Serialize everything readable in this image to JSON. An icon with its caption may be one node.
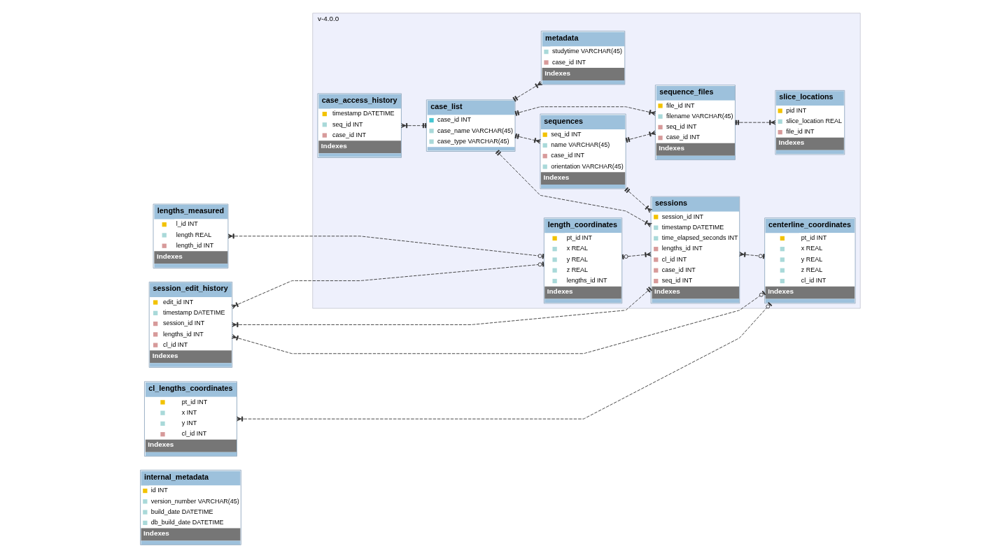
{
  "diagram": {
    "nodes": [
      {
        "text": [
          "internal_metadata",
          "id INT",
          "version_number VARCHAR(45)",
          "build_date DATETIME",
          "db_build_date DATETIME",
          "Indexes"
        ]
      },
      {
        "text": [
          "v-4.0.0"
        ]
      },
      {
        "text": [
          "case_list",
          "case_id INT",
          "case_name VARCHAR(45)",
          "case_type VARCHAR(45)"
        ],
        "in": 1
      },
      {
        "text": [
          "metadata",
          "studytime VARCHAR(45)",
          "case_id INT",
          "Indexes"
        ],
        "in": 1
      },
      {
        "text": [
          "case_access_history",
          "timestamp DATETIME",
          "seq_id INT",
          "case_id INT",
          "Indexes"
        ],
        "in": 1
      },
      {
        "text": [
          "sequences",
          "seq_id INT",
          "name VARCHAR(45)",
          "case_id INT",
          "orientation VARCHAR(45)",
          "Indexes"
        ],
        "in": 1
      },
      {
        "text": [
          "sequence_files",
          "file_id INT",
          "filename VARCHAR(45)",
          "seq_id INT",
          "case_id INT",
          "Indexes"
        ],
        "in": 1
      },
      {
        "text": [
          "lengths_measured",
          "l_id INT",
          "length REAL",
          "length_id INT",
          "Indexes"
        ]
      },
      {
        "text": [
          "slice_locations",
          "pid INT",
          "slice_location REAL",
          "file_id INT",
          "Indexes"
        ],
        "in": 1
      },
      {
        "text": [
          "length_coordinates",
          "pt_id INT",
          "x REAL",
          "y REAL",
          "z REAL",
          "lengths_id INT",
          "Indexes"
        ],
        "in": 1
      },
      {
        "text": [
          "sessions",
          "session_id INT",
          "timestamp DATETIME",
          "time_elapsed_seconds INT",
          "lengths_id INT",
          "cl_id INT",
          "case_id INT",
          "seq_id INT",
          "Indexes"
        ],
        "in": 1
      },
      {
        "text": [
          "session_edit_history",
          "edit_id INT",
          "timestamp DATETIME",
          "session_id INT",
          "lengths_id INT",
          "cl_id INT",
          "Indexes"
        ]
      },
      {
        "text": [
          "centerline_coordinates",
          "pt_id INT",
          "x REAL",
          "y REAL",
          "z REAL",
          "cl_id INT",
          "Indexes"
        ],
        "in": 1
      },
      {
        "text": [
          "cl_lengths_coordinates",
          "pt_id INT",
          "x INT",
          "y INT",
          "cl_id INT",
          "Indexes"
        ]
      }
    ],
    "edges": [
      {
        "from": 4,
        "to": 2,
        "arrow": "other",
        "style": "dashed"
      },
      {
        "from": 2,
        "to": 3,
        "arrow": "other",
        "style": "dashed"
      },
      {
        "from": 2,
        "to": 6,
        "arrow": "other",
        "style": "dashed"
      },
      {
        "from": 2,
        "to": 5,
        "arrow": "other",
        "style": "dashed"
      },
      {
        "from": 2,
        "to": 10,
        "arrow": "other",
        "style": "dashed"
      },
      {
        "from": 5,
        "to": 6,
        "arrow": "other",
        "style": "dashed"
      },
      {
        "from": 5,
        "to": 10,
        "arrow": "other",
        "style": "dashed"
      },
      {
        "from": 6,
        "to": 8,
        "arrow": "other",
        "style": "dashed"
      },
      {
        "from": 7,
        "to": 9,
        "arrow": "other",
        "style": "dashed"
      },
      {
        "from": 11,
        "to": 9,
        "arrow": "other",
        "style": "dashed"
      },
      {
        "from": 9,
        "to": 10,
        "arrow": "other",
        "style": "dashed"
      },
      {
        "from": 11,
        "to": 10,
        "arrow": "other",
        "style": "dashed"
      },
      {
        "from": 11,
        "to": 12,
        "arrow": "other",
        "style": "dashed"
      },
      {
        "from": 10,
        "to": 12,
        "arrow": "other",
        "style": "dashed"
      },
      {
        "from": 13,
        "to": 12,
        "arrow": "other",
        "style": "dashed"
      }
    ]
  }
}
